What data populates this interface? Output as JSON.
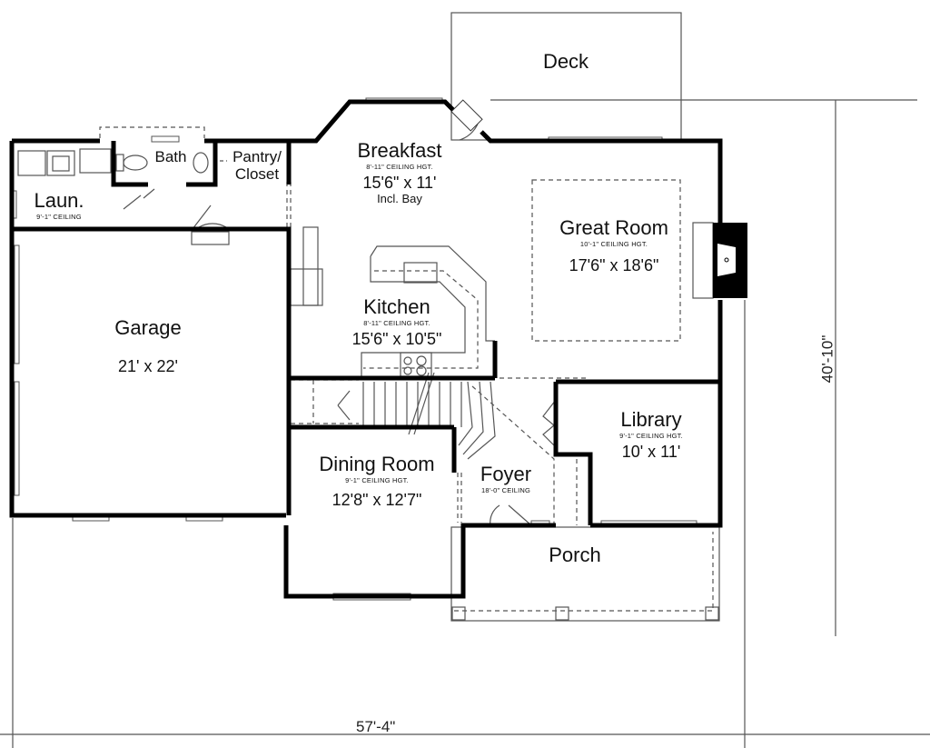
{
  "plan": {
    "overall_width": "57'-4\"",
    "overall_depth": "40'-10\""
  },
  "rooms": {
    "deck": {
      "name": "Deck"
    },
    "breakfast": {
      "name": "Breakfast",
      "ceiling": "8'-11\" CEILING HGT.",
      "size": "15'6\" x 11'",
      "note": "Incl. Bay"
    },
    "great_room": {
      "name": "Great Room",
      "ceiling": "10'-1\" CEILING HGT.",
      "size": "17'6\" x 18'6\""
    },
    "kitchen": {
      "name": "Kitchen",
      "ceiling": "8'-11\" CEILING HGT.",
      "size": "15'6\" x 10'5\""
    },
    "bath": {
      "name": "Bath"
    },
    "pantry": {
      "name": "Pantry/",
      "name2": "Closet"
    },
    "laundry": {
      "name": "Laun.",
      "ceiling": "9'-1\" CEILING"
    },
    "garage": {
      "name": "Garage",
      "size": "21' x 22'"
    },
    "dining": {
      "name": "Dining Room",
      "ceiling": "9'-1\" CEILING HGT.",
      "size": "12'8\" x 12'7\""
    },
    "foyer": {
      "name": "Foyer",
      "ceiling": "18'-0\" CEILING"
    },
    "library": {
      "name": "Library",
      "ceiling": "9'-1\" CEILING HGT.",
      "size": "10' x 11'"
    },
    "porch": {
      "name": "Porch"
    }
  },
  "colors": {
    "wall": "#000000",
    "line": "#444444",
    "background": "#ffffff"
  }
}
